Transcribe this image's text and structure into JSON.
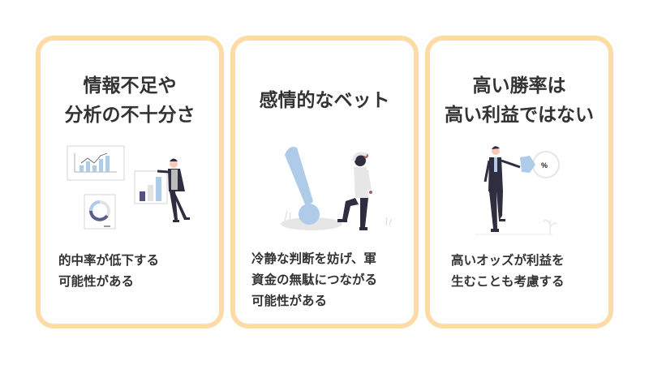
{
  "colors": {
    "card_border": "#FDDBA6",
    "text": "#333333",
    "accent_blue": "#AECBEA",
    "dark": "#2F2E41"
  },
  "cards": [
    {
      "title_lines": [
        "情報不足や",
        "分析の不十分さ"
      ],
      "body_lines": [
        "的中率が低下する",
        "可能性がある"
      ],
      "illustration": "presenter-with-charts"
    },
    {
      "title_lines": [
        "感情的なベット"
      ],
      "body_lines": [
        "冷静な判断を妨げ、軍",
        "資金の無駄につながる",
        "可能性がある"
      ],
      "illustration": "person-with-exclamation-mark"
    },
    {
      "title_lines": [
        "高い勝率は",
        "高い利益ではない"
      ],
      "body_lines": [
        "高いオッズが利益を",
        "生むことも考慮する"
      ],
      "illustration": "businessman-with-percent-chart",
      "percent_label": "%"
    }
  ]
}
